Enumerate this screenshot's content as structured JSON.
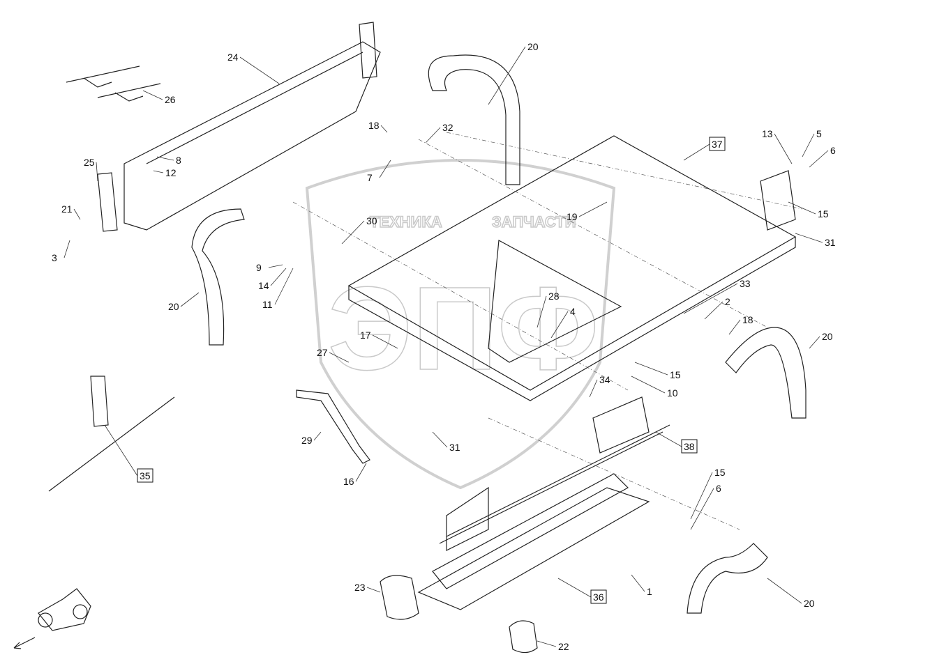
{
  "watermark": {
    "line1": "ТЕХНИКА",
    "line2": "ЗАПЧАСТИ",
    "logo": "ЭПФ"
  },
  "callouts": [
    {
      "text": "24"
    },
    {
      "text": "20"
    },
    {
      "text": "26"
    },
    {
      "text": "18"
    },
    {
      "text": "32"
    },
    {
      "text": "13"
    },
    {
      "text": "5"
    },
    {
      "text": "37",
      "boxed": true
    },
    {
      "text": "6"
    },
    {
      "text": "25"
    },
    {
      "text": "8"
    },
    {
      "text": "12"
    },
    {
      "text": "7"
    },
    {
      "text": "21"
    },
    {
      "text": "30"
    },
    {
      "text": "19"
    },
    {
      "text": "15"
    },
    {
      "text": "31"
    },
    {
      "text": "3"
    },
    {
      "text": "9"
    },
    {
      "text": "14"
    },
    {
      "text": "11"
    },
    {
      "text": "20"
    },
    {
      "text": "33"
    },
    {
      "text": "2"
    },
    {
      "text": "28"
    },
    {
      "text": "4"
    },
    {
      "text": "18"
    },
    {
      "text": "20"
    },
    {
      "text": "17"
    },
    {
      "text": "27"
    },
    {
      "text": "15"
    },
    {
      "text": "34"
    },
    {
      "text": "10"
    },
    {
      "text": "38",
      "boxed": true
    },
    {
      "text": "29"
    },
    {
      "text": "31"
    },
    {
      "text": "35",
      "boxed": true
    },
    {
      "text": "16"
    },
    {
      "text": "15"
    },
    {
      "text": "6"
    },
    {
      "text": "23"
    },
    {
      "text": "36",
      "boxed": true
    },
    {
      "text": "1"
    },
    {
      "text": "20"
    },
    {
      "text": "22"
    }
  ]
}
